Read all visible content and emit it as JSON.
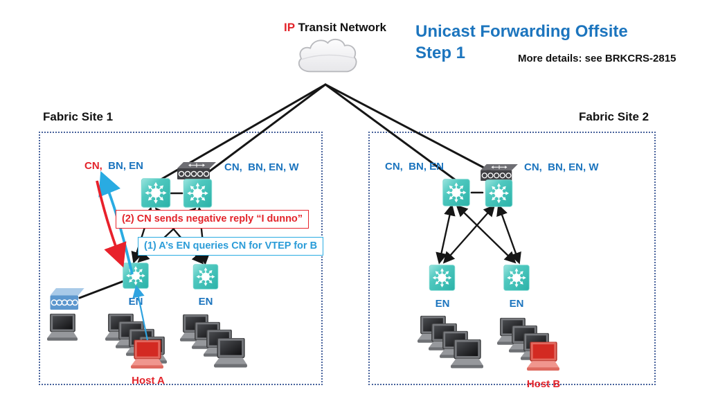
{
  "header": {
    "transit_ip": "IP",
    "transit_rest": " Transit Network",
    "title_line1": "Unicast Forwarding Offsite",
    "title_line2": "Step 1",
    "more_details": "More details: see BRKCRS-2815"
  },
  "site1": {
    "label": "Fabric Site 1",
    "left_node_label_red": "CN,",
    "left_node_label_blue": "  BN, EN",
    "right_node_label": "CN,  BN, EN, W",
    "en_labels": [
      "EN",
      "EN"
    ],
    "host_label": "Host A",
    "callout_red": "(2) CN sends negative reply “I dunno”",
    "callout_blue": "(1) A’s EN queries CN for VTEP for B"
  },
  "site2": {
    "label": "Fabric Site 2",
    "left_node_label": "CN,  BN, EN",
    "right_node_label": "CN,  BN, EN, W",
    "en_labels": [
      "EN",
      "EN"
    ],
    "host_label": "Host B"
  },
  "icons": {
    "cloud": "transit-cloud-icon",
    "fabric_node": "fabric-node-icon",
    "switch": "switch-icon",
    "wlc": "wireless-controller-icon",
    "laptop_gray": "laptop-icon",
    "laptop_red": "host-laptop-icon"
  },
  "colors": {
    "title_blue": "#1C75BE",
    "label_blue": "#1B74BE",
    "light_blue": "#29ABE2",
    "red": "#E3242B",
    "teal": "#3FC1B7",
    "dotted_border": "#46619B"
  }
}
